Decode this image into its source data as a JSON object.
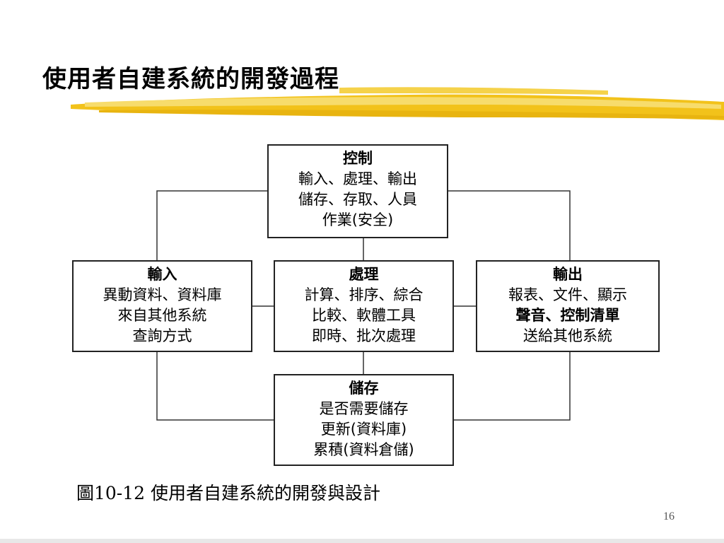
{
  "slide": {
    "title": "使用者自建系統的開發過程",
    "caption": "圖10-12 使用者自建系統的開發與設計",
    "page_number": "16"
  },
  "colors": {
    "brush": "#f2c21a",
    "brush_light": "#f7dc6c",
    "box_border": "#222222",
    "connector": "#333333"
  },
  "diagram": {
    "control": {
      "title": "控制",
      "lines": [
        "輸入、處理、輸出",
        "儲存、存取、人員",
        "作業(安全)"
      ]
    },
    "input": {
      "title": "輸入",
      "lines": [
        "異動資料、資料庫",
        "來自其他系統",
        "查詢方式"
      ]
    },
    "process": {
      "title": "處理",
      "lines": [
        "計算、排序、綜合",
        "比較、軟體工具",
        "即時、批次處理"
      ]
    },
    "output": {
      "title": "輸出",
      "lines": [
        "報表、文件、顯示",
        "聲音、控制清單",
        "送給其他系統"
      ]
    },
    "storage": {
      "title": "儲存",
      "lines": [
        "是否需要儲存",
        "更新(資料庫)",
        "累積(資料倉儲)"
      ]
    }
  }
}
